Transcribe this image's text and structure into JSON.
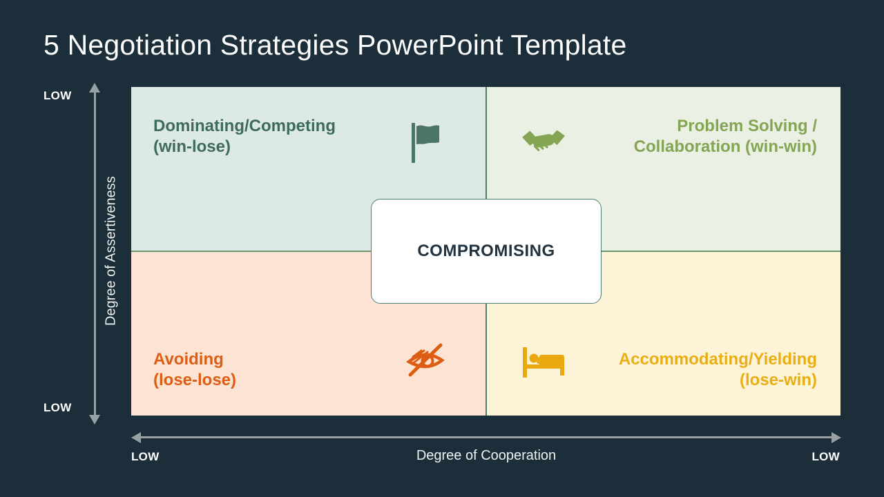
{
  "slide": {
    "title": "5 Negotiation Strategies PowerPoint Template"
  },
  "matrix": {
    "center_label": "COMPROMISING",
    "quadrants": {
      "top_left": {
        "line1": "Dominating/Competing",
        "line2": "(win-lose)",
        "icon": "flag-icon",
        "text_color": "#3e6b5e",
        "bg_color": "#dde9e6"
      },
      "top_right": {
        "line1": "Problem Solving /",
        "line2": "Collaboration (win-win)",
        "icon": "handshake-icon",
        "text_color": "#84a553",
        "bg_color": "#ebf0e4"
      },
      "bottom_left": {
        "line1": "Avoiding",
        "line2": "(lose-lose)",
        "icon": "hidden-eye-icon",
        "text_color": "#dd5d12",
        "bg_color": "#fce3d3"
      },
      "bottom_right": {
        "line1": "Accommodating/Yielding",
        "line2": "(lose-win)",
        "icon": "sleeping-bed-icon",
        "text_color": "#eaae15",
        "bg_color": "#fdf3d7"
      }
    }
  },
  "axes": {
    "y": {
      "label": "Degree of Assertiveness",
      "top": "LOW",
      "bottom": "LOW"
    },
    "x": {
      "label": "Degree of Cooperation",
      "left": "LOW",
      "right": "LOW"
    }
  },
  "colors": {
    "background": "#1b2e39",
    "title_text": "#fdfdfd",
    "divider_vertical": "#4d7f68",
    "divider_horizontal": "#6a9468",
    "arrow": "#9aa1a4",
    "center_box_border": "#4c7f6f",
    "center_box_text": "#22333f",
    "center_box_bg": "#ffffff"
  }
}
